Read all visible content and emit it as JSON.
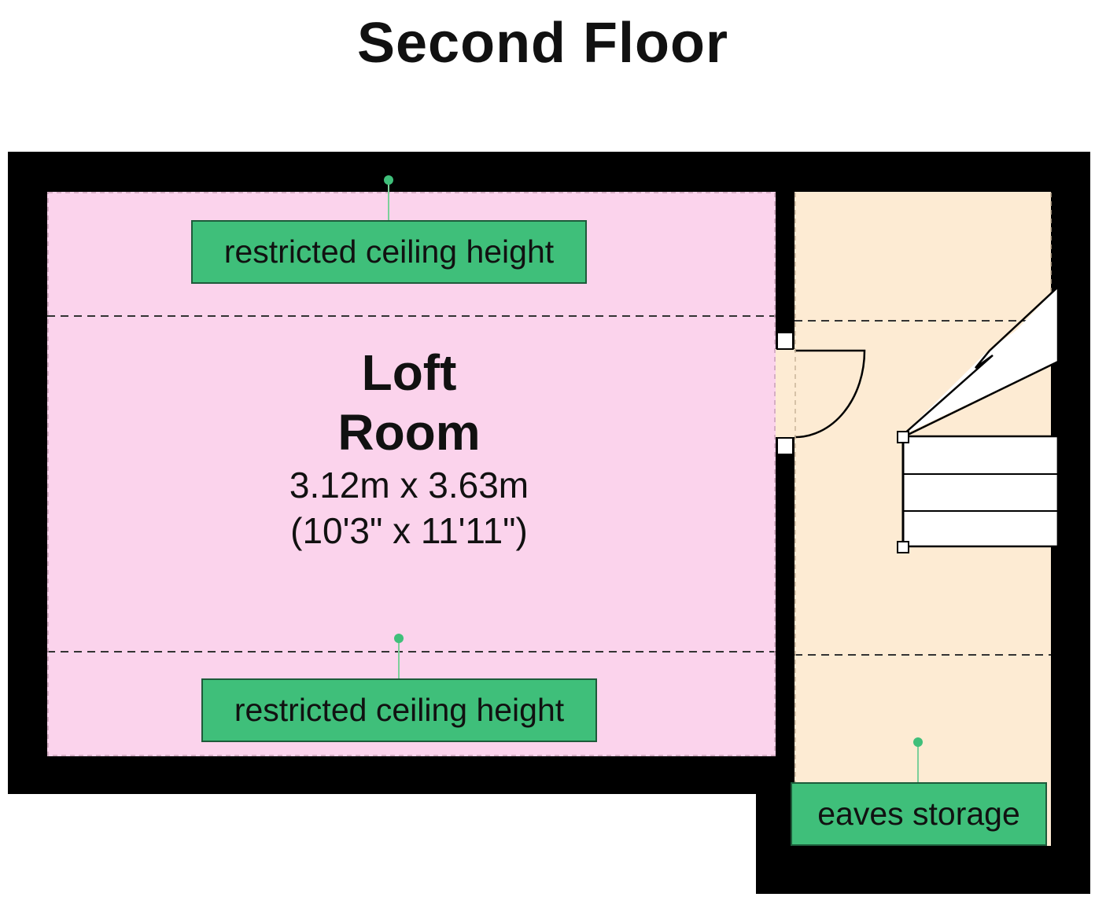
{
  "title": "Second Floor",
  "rooms": {
    "loft": {
      "name_line1": "Loft",
      "name_line2": "Room",
      "dimensions_metric": "3.12m x 3.63m",
      "dimensions_imperial": "(10'3\" x 11'11\")"
    }
  },
  "annotations": {
    "top_restricted": "restricted ceiling height",
    "bottom_restricted": "restricted ceiling height",
    "eaves": "eaves storage"
  },
  "colors": {
    "wall": "#000000",
    "loft_fill": "#fbd3ec",
    "landing_fill": "#fdebd3",
    "tag_fill": "#3fbf7a",
    "tag_border": "#1d5b3a",
    "leader": "#7ccf9a"
  }
}
